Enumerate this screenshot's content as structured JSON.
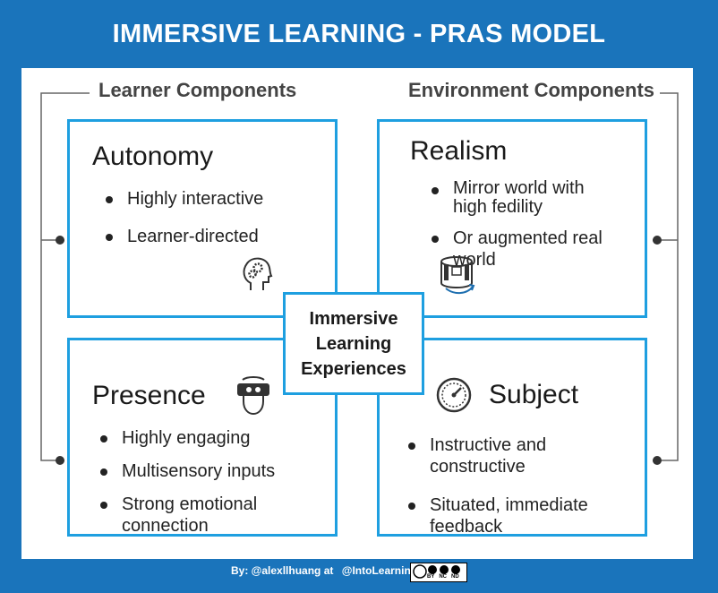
{
  "title": "IMMERSIVE LEARNING - PRAS MODEL",
  "left_group_label": "Learner Components",
  "right_group_label": "Environment Components",
  "center": {
    "line1": "Immersive",
    "line2": "Learning",
    "line3": "Experiences"
  },
  "autonomy": {
    "title": "Autonomy",
    "bullets": [
      "Highly interactive",
      "Learner-directed"
    ],
    "icon": "head-gears-icon"
  },
  "realism": {
    "title": "Realism",
    "bullets": [
      "Mirror world with high fedility",
      "Or augmented real world"
    ],
    "icon": "cylinder-world-icon"
  },
  "presence": {
    "title": "Presence",
    "bullets": [
      "Highly engaging",
      "Multisensory inputs",
      "Strong emotional connection"
    ],
    "icon": "vr-headset-icon"
  },
  "subject": {
    "title": "Subject",
    "bullets": [
      "Instructive and constructive",
      "Situated, immediate feedback"
    ],
    "icon": "gauge-icon"
  },
  "footer": {
    "by": "By: @alexllhuang at",
    "handle": "@IntoLearningAU",
    "license_icon": "cc-by-nc-nd-icon",
    "license_labels": [
      "BY",
      "NC",
      "ND"
    ]
  },
  "colors": {
    "background": "#1a74bb",
    "box_border": "#1e9fe0",
    "connector": "#666666"
  }
}
